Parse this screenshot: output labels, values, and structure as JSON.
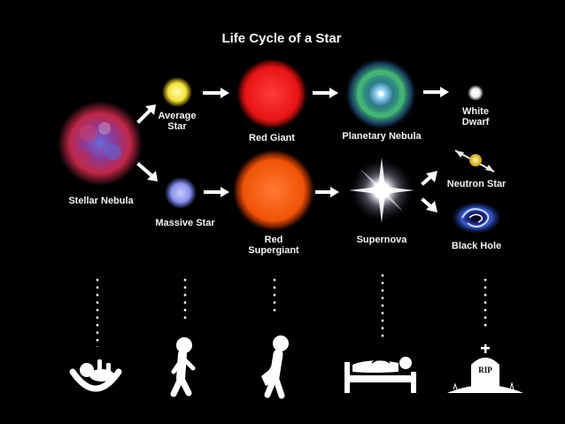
{
  "title": "Life Cycle of a Star",
  "stages": {
    "stellar_nebula": "Stellar Nebula",
    "average_star_l1": "Average",
    "average_star_l2": "Star",
    "red_giant": "Red Giant",
    "planetary_nebula": "Planetary Nebula",
    "white_dwarf_l1": "White",
    "white_dwarf_l2": "Dwarf",
    "massive_star": "Massive Star",
    "red_supergiant_l1": "Red",
    "red_supergiant_l2": "Supergiant",
    "supernova": "Supernova",
    "neutron_star": "Neutron Star",
    "black_hole": "Black Hole"
  },
  "tombstone_text": "RIP",
  "icons": [
    "baby-icon",
    "child-walking-icon",
    "adult-walking-icon",
    "bedridden-person-icon",
    "grave-icon"
  ],
  "colors": {
    "background": "#000000",
    "average_star": "#f2e23a",
    "red_giant": "#ee1c1c",
    "massive_star": "#8f98ee",
    "red_supergiant": "#f05a10",
    "nebula": "#b0305a",
    "planetary_nebula": "#3aa67a"
  }
}
